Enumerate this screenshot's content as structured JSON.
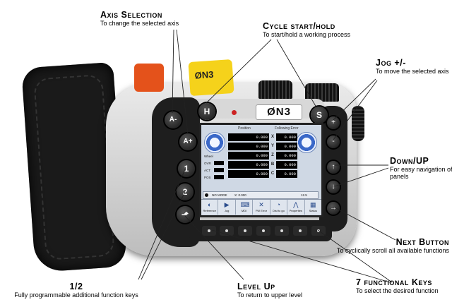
{
  "callouts": {
    "axis_selection": {
      "title": "Axis Selection",
      "sub": "To change the selected axis"
    },
    "cycle": {
      "title": "Cycle start/hold",
      "sub": "To start/hold a working process"
    },
    "jog": {
      "title": "Jog +/-",
      "sub": "To move the selected axis"
    },
    "down_up": {
      "title": "Down/UP",
      "sub1": "For easy navigation of",
      "sub2": "panels"
    },
    "next": {
      "title": "Next Button",
      "sub": "To cyclically scroll all available functions"
    },
    "seven_keys": {
      "title": "7 functional Keys",
      "sub": "To select the desired function"
    },
    "level_up": {
      "title": "Level Up",
      "sub": "To return to upper level"
    },
    "half": {
      "title": "1/2",
      "sub": "Fully programmable additional function keys"
    }
  },
  "device": {
    "brand": "ØN3",
    "keys": {
      "a_minus": "A-",
      "a_plus": "A+",
      "h": "H",
      "s": "S",
      "one": "1",
      "two": "2",
      "plus": "+",
      "minus": "-",
      "up": "↑",
      "down": "↓",
      "next": "→",
      "level_up": "⬏"
    },
    "screen": {
      "position_header": "Position",
      "following_header": "Following Error",
      "axes": [
        "X",
        "Y",
        "Z",
        "B",
        "C"
      ],
      "positions": [
        "0.000",
        "0.000",
        "0.000",
        "0.000",
        "0.000"
      ],
      "following": [
        "0.000",
        "0.000",
        "0.000",
        "0.000",
        "0.000"
      ],
      "side_title": "Wheel",
      "side_labels": [
        "OVR",
        "ACT",
        "POS"
      ],
      "status_mode": "NO MODE",
      "status_value": "X: 0.000",
      "status_zoom": "12.5",
      "toolbar": [
        "Reference",
        "Jog",
        "MDI",
        "FW Error",
        "Dist to go",
        "Properties",
        "Status"
      ],
      "toolbar_icons": [
        "◐",
        "▶",
        "⌨",
        "✕",
        "◔",
        "⋀",
        "▦"
      ]
    }
  }
}
